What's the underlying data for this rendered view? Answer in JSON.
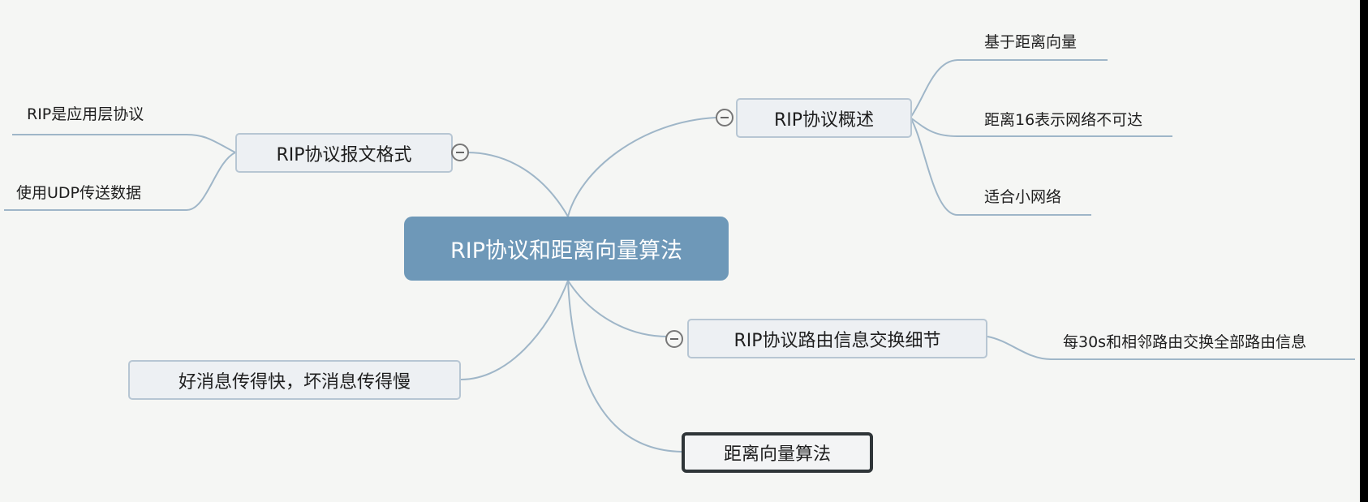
{
  "central": {
    "label": "RIP协议和距离向量算法"
  },
  "topics": {
    "overview": {
      "label": "RIP协议概述",
      "leaves": [
        "基于距离向量",
        "距离16表示网络不可达",
        "适合小网络"
      ]
    },
    "format": {
      "label": "RIP协议报文格式",
      "leaves": [
        "RIP是应用层协议",
        "使用UDP传送数据"
      ]
    },
    "exchange": {
      "label": "RIP协议路由信息交换细节",
      "leaves": [
        "每30s和相邻路由交换全部路由信息"
      ]
    },
    "news": {
      "label": "好消息传得快，坏消息传得慢"
    },
    "algorithm": {
      "label": "距离向量算法"
    }
  },
  "colors": {
    "central_fill": "#6e98b8",
    "topic_fill": "#edf0f3",
    "connector": "#9fb6c8",
    "selected_border": "#2f3538"
  },
  "icons": {
    "collapse": "minus-circle-icon"
  }
}
